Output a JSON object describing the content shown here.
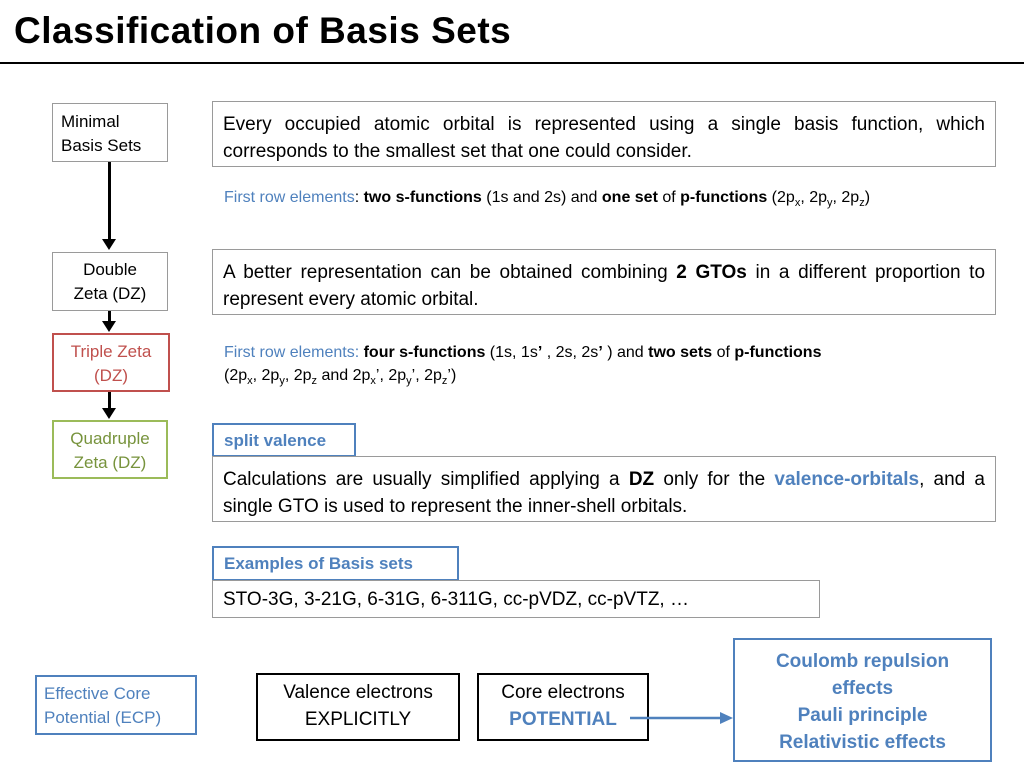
{
  "title": "Classification of Basis Sets",
  "levels": {
    "minimal": {
      "line1": "Minimal",
      "line2": "Basis Sets"
    },
    "double_zeta": {
      "line1": "Double",
      "line2": "Zeta (DZ)"
    },
    "triple_zeta": {
      "line1": "Triple Zeta",
      "line2": "(DZ)"
    },
    "quadruple_zeta": {
      "line1": "Quadruple",
      "line2": "Zeta (DZ)"
    }
  },
  "colors": {
    "accent_blue": "#4f81bd",
    "triple_red": "#c0504d",
    "quadruple_green": "#9bbb59"
  },
  "minimal_desc": "Every occupied atomic orbital is represented using a single basis function, which corresponds to the smallest set that one could consider.",
  "minimal_note": {
    "lead": "First row elements",
    "colon": ": ",
    "b1": "two s-functions",
    "t1": " (1s and 2s) and ",
    "b2": "one set",
    "t2": " of ",
    "b3": "p-functions",
    "t3": " (2p",
    "s1": "x",
    "t4": ", 2p",
    "s2": "y",
    "t5": ", 2p",
    "s3": "z",
    "t6": ")"
  },
  "dz_desc": {
    "t1": "A better representation can be obtained combining ",
    "b1": "2 GTOs",
    "t2": " in a different proportion to represent every atomic orbital."
  },
  "tz_note": {
    "lead": "First row elements: ",
    "b1": "four s-functions",
    "t1": " (1s, 1s",
    "sup1": "’",
    "t2": " , 2s, 2s",
    "sup2": "’",
    "t3": " ) and ",
    "b2": "two sets",
    "t4": " of ",
    "b3": "p-functions",
    "t5": "(2p",
    "s1": "x",
    "t6": ", 2p",
    "s2": "y",
    "t7": ", 2p",
    "s3": "z",
    "t8": " and 2p",
    "s4": "x",
    "t9": "’, 2p",
    "s5": "y",
    "t10": "’, 2p",
    "s6": "z",
    "t11": "’)"
  },
  "split_valence_label": "split valence",
  "valence_desc": {
    "t1": "Calculations are usually simplified applying a ",
    "b1": "DZ",
    "t2": " only for the ",
    "b2": "valence-orbitals",
    "t3": ", and a single GTO is used to represent the inner-shell orbitals."
  },
  "examples_label": "Examples of Basis sets",
  "examples_text": "STO-3G, 3-21G, 6-31G, 6-311G, cc-pVDZ, cc-pVTZ, …",
  "ecp": {
    "line1": "Effective Core",
    "line2": "Potential (ECP)"
  },
  "valence_electrons": {
    "line1": "Valence electrons",
    "line2": "EXPLICITLY"
  },
  "core_electrons": {
    "line1": "Core electrons",
    "line2": "POTENTIAL"
  },
  "effects": [
    "Coulomb repulsion",
    "effects",
    "Pauli principle",
    "Relativistic effects"
  ]
}
